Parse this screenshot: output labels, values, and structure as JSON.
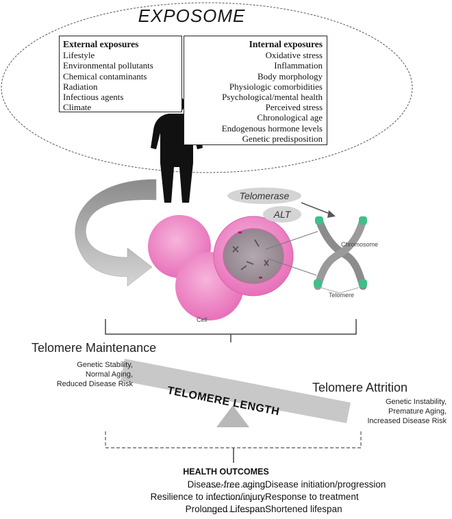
{
  "exposome": {
    "title": "EXPOSOME",
    "external": {
      "heading": "External exposures",
      "items": [
        "Lifestyle",
        "Environmental pollutants",
        "Chemical contaminants",
        "Radiation",
        "Infectious agents",
        "Climate"
      ]
    },
    "internal": {
      "heading": "Internal exposures",
      "items": [
        "Oxidative stress",
        "Inflammation",
        "Body morphology",
        "Physiologic comorbidities",
        "Psychological/mental health",
        "Perceived stress",
        "Chronological age",
        "Endogenous hormone levels",
        "Genetic predisposition"
      ]
    }
  },
  "cell": {
    "cell_label": "Cell",
    "telomerase_label": "Telomerase",
    "alt_label": "ALT",
    "chromosome_label": "Chromosome",
    "telomere_label": "Telomere"
  },
  "balance": {
    "maintenance_title": "Telomere Maintenance",
    "maintenance_items": [
      "Genetic Stability,",
      "Normal  Aging,",
      "Reduced Disease Risk"
    ],
    "beam_label": "TELOMERE LENGTH",
    "attrition_title": "Telomere Attrition",
    "attrition_items": [
      "Genetic Instability,",
      "Premature Aging,",
      "Increased Disease Risk"
    ]
  },
  "outcomes": {
    "title": "HEALTH OUTCOMES",
    "rows": [
      {
        "left": "Disease-free aging",
        "right": "Disease initiation/progression"
      },
      {
        "left": "Resilience to infection/injury",
        "right": "Response to treatment"
      },
      {
        "left": "Prolonged Lifespan",
        "right": "Shortened lifespan"
      }
    ]
  },
  "colors": {
    "cell_pink": "#f08fca",
    "cell_pink_dark": "#d860a8",
    "nucleus_gray": "#9a8f98",
    "chromosome_gray": "#8c8c8c",
    "telomere_green": "#3fbf8a",
    "pill_gray": "#d4d4d4",
    "beam_gray": "#c8c8c8"
  }
}
